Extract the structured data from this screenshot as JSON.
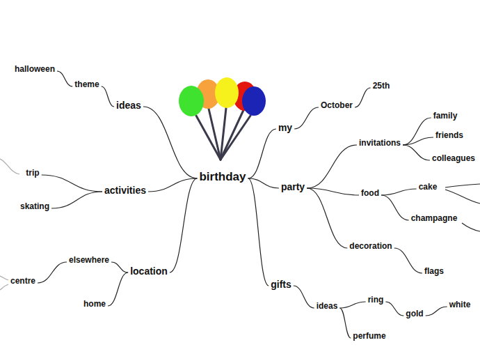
{
  "diagram": {
    "nodes": [
      {
        "text": [
          "birthday"
        ]
      },
      {
        "text": [
          "ideas"
        ]
      },
      {
        "text": [
          "theme"
        ]
      },
      {
        "text": [
          "halloween"
        ]
      },
      {
        "text": [
          "my"
        ]
      },
      {
        "text": [
          "October"
        ]
      },
      {
        "text": [
          "25th"
        ]
      },
      {
        "text": [
          "activities"
        ]
      },
      {
        "text": [
          "trip"
        ]
      },
      {
        "text": [
          "skating"
        ]
      },
      {
        "text": [
          "party"
        ]
      },
      {
        "text": [
          "invitations"
        ]
      },
      {
        "text": [
          "family"
        ]
      },
      {
        "text": [
          "friends"
        ]
      },
      {
        "text": [
          "colleagues"
        ]
      },
      {
        "text": [
          "food"
        ]
      },
      {
        "text": [
          "cake"
        ]
      },
      {
        "text": [
          "champagne"
        ]
      },
      {
        "text": [
          "decoration"
        ]
      },
      {
        "text": [
          "flags"
        ]
      },
      {
        "text": [
          "location"
        ]
      },
      {
        "text": [
          "elsewhere"
        ]
      },
      {
        "text": [
          "centre"
        ]
      },
      {
        "text": [
          "home"
        ]
      },
      {
        "text": [
          "gifts"
        ]
      },
      {
        "text": [
          "ideas"
        ]
      },
      {
        "text": [
          "ring"
        ]
      },
      {
        "text": [
          "gold"
        ]
      },
      {
        "text": [
          "white"
        ]
      },
      {
        "text": [
          "perfume"
        ]
      }
    ],
    "edges": [
      {
        "from": 0,
        "to": 1,
        "arrow": "none"
      },
      {
        "from": 1,
        "to": 2,
        "arrow": "none"
      },
      {
        "from": 2,
        "to": 3,
        "arrow": "none"
      },
      {
        "from": 0,
        "to": 4,
        "arrow": "none"
      },
      {
        "from": 4,
        "to": 5,
        "arrow": "none"
      },
      {
        "from": 5,
        "to": 6,
        "arrow": "none"
      },
      {
        "from": 0,
        "to": 7,
        "arrow": "none"
      },
      {
        "from": 7,
        "to": 8,
        "arrow": "none"
      },
      {
        "from": 7,
        "to": 9,
        "arrow": "none"
      },
      {
        "from": 0,
        "to": 10,
        "arrow": "none"
      },
      {
        "from": 10,
        "to": 11,
        "arrow": "none"
      },
      {
        "from": 11,
        "to": 12,
        "arrow": "none"
      },
      {
        "from": 11,
        "to": 13,
        "arrow": "none"
      },
      {
        "from": 11,
        "to": 14,
        "arrow": "none"
      },
      {
        "from": 10,
        "to": 15,
        "arrow": "none"
      },
      {
        "from": 15,
        "to": 16,
        "arrow": "none"
      },
      {
        "from": 15,
        "to": 17,
        "arrow": "none"
      },
      {
        "from": 10,
        "to": 18,
        "arrow": "none"
      },
      {
        "from": 18,
        "to": 19,
        "arrow": "none"
      },
      {
        "from": 0,
        "to": 20,
        "arrow": "none"
      },
      {
        "from": 20,
        "to": 21,
        "arrow": "none"
      },
      {
        "from": 21,
        "to": 22,
        "arrow": "none"
      },
      {
        "from": 20,
        "to": 23,
        "arrow": "none"
      },
      {
        "from": 0,
        "to": 24,
        "arrow": "none"
      },
      {
        "from": 24,
        "to": 25,
        "arrow": "none"
      },
      {
        "from": 25,
        "to": 26,
        "arrow": "none"
      },
      {
        "from": 26,
        "to": 27,
        "arrow": "none"
      },
      {
        "from": 27,
        "to": 28,
        "arrow": "none"
      },
      {
        "from": 25,
        "to": 29,
        "arrow": "none"
      }
    ]
  }
}
